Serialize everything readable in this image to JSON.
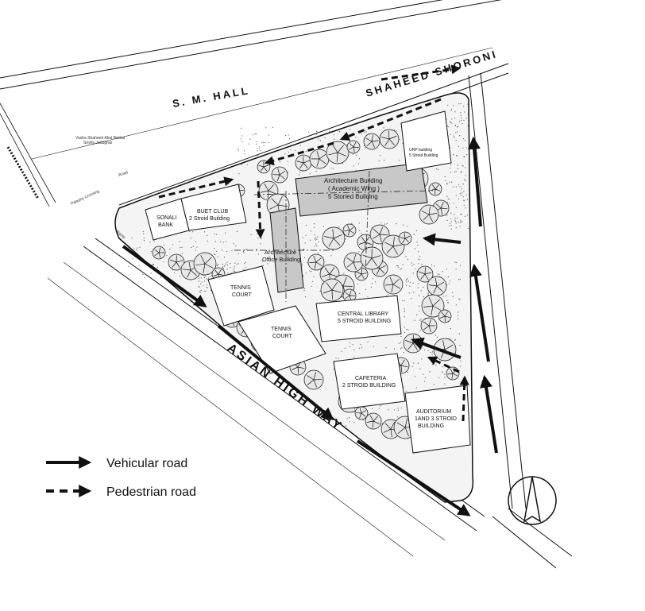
{
  "roads": {
    "sm_hall": "S. M. HALL",
    "shaheed_shoroni": "SHAHEED SHORONI",
    "asian_highway": "ASIAN HIGH WAY"
  },
  "buildings": {
    "sonali_bank": [
      "SONALI",
      "BANK"
    ],
    "buet_club": [
      "BUET CLUB",
      "2 Stroid Building"
    ],
    "architecture_building": [
      "Architecture Building",
      "( Academic Wing )",
      "5 Storied Building"
    ],
    "architecture_office": [
      "Architecture",
      "Office Building"
    ],
    "urp_building": [
      "URP building",
      "5 Stroid Building"
    ],
    "tennis_court_1": [
      "TENNIS",
      "COURT"
    ],
    "tennis_court_2": [
      "TENNIS",
      "COURT"
    ],
    "central_library": [
      "CENTRAL LIBRARY",
      "5 STROID BUILDING"
    ],
    "cafeteria": [
      "CAFETERIA",
      "2 STROID BUILDING"
    ],
    "auditorium": [
      "AUDITORIUM",
      "1AND 3 STROID",
      "BUILDING"
    ]
  },
  "small_labels": {
    "vashe_1": "Vasha Shaheed Abul Barkat",
    "vashe_2": "Smrity Jadughar",
    "crossing": "Palashy Crossing",
    "small_a": "Road",
    "small_b": "Ramp"
  },
  "legend": {
    "vehicular": "Vehicular road",
    "pedestrian": "Pedestrian road"
  },
  "colors": {
    "ink": "#111111",
    "building_fill": "#c8c8c8",
    "stipple": "#555555"
  },
  "icons": {
    "north_arrow": "north-arrow-icon"
  }
}
